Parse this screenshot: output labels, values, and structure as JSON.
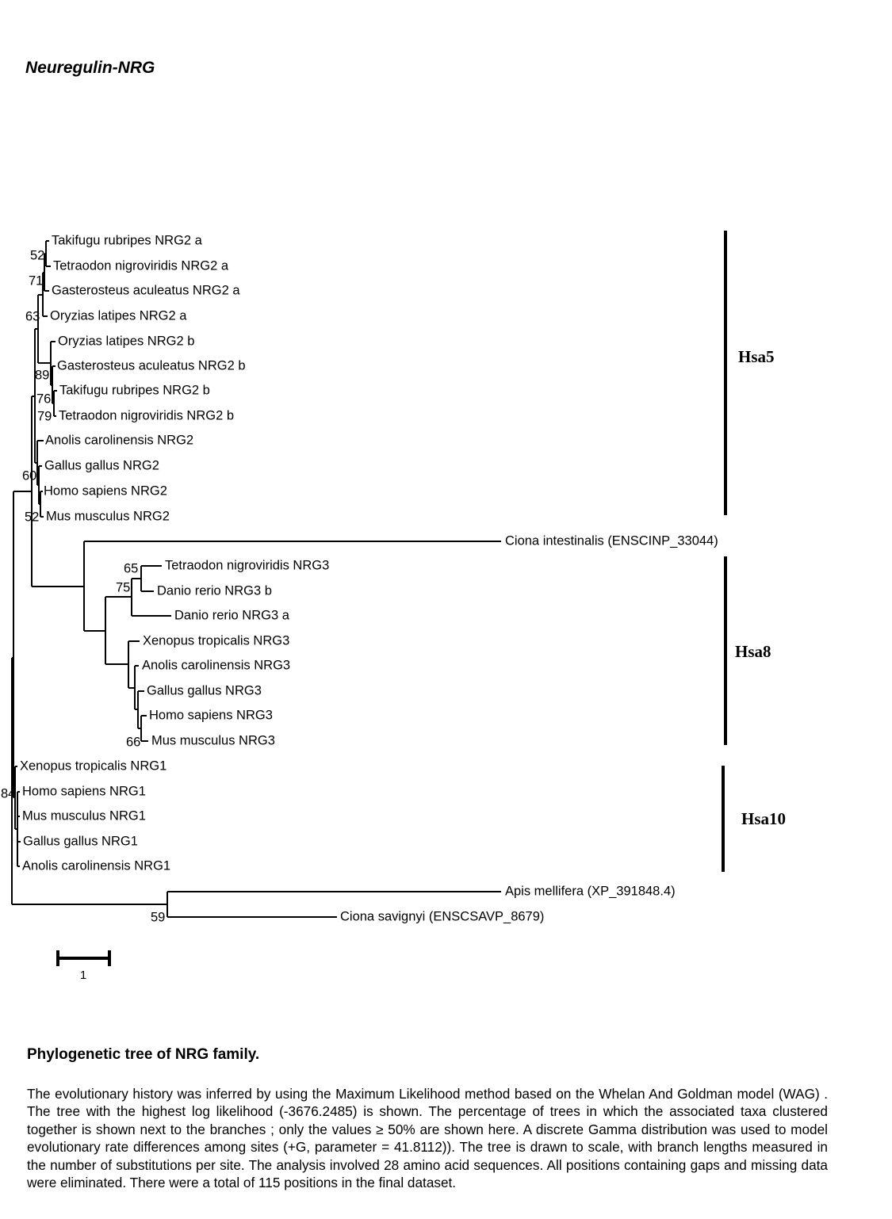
{
  "title": "Neuregulin-NRG",
  "tree": {
    "taxa": [
      "Takifugu rubripes NRG2 a",
      "Tetraodon nigroviridis NRG2 a",
      "Gasterosteus aculeatus NRG2 a",
      "Oryzias latipes NRG2 a",
      "Oryzias latipes NRG2 b",
      "Gasterosteus aculeatus NRG2 b",
      "Takifugu rubripes NRG2 b",
      "Tetraodon nigroviridis NRG2 b",
      "Anolis carolinensis NRG2",
      "Gallus gallus NRG2",
      "Homo sapiens NRG2",
      "Mus musculus NRG2",
      "Ciona intestinalis (ENSCINP_33044)",
      "Tetraodon nigroviridis NRG3",
      "Danio rerio NRG3 b",
      "Danio rerio NRG3 a",
      "Xenopus tropicalis NRG3",
      "Anolis carolinensis NRG3",
      "Gallus gallus NRG3",
      "Homo sapiens NRG3",
      "Mus musculus NRG3",
      "Xenopus tropicalis NRG1",
      "Homo sapiens NRG1",
      "Mus musculus NRG1",
      "Gallus gallus NRG1",
      "Anolis carolinensis NRG1",
      "Apis mellifera (XP_391848.4)",
      "Ciona savignyi (ENSCSAVP_8679)"
    ],
    "bootstrap": [
      "52",
      "71",
      "63",
      "89",
      "76",
      "79",
      "60",
      "52",
      "65",
      "75",
      "66",
      "84",
      "59"
    ],
    "groups": [
      "Hsa5",
      "Hsa8",
      "Hsa10"
    ],
    "scale_label": "1"
  },
  "caption": {
    "heading": "Phylogenetic tree of NRG family.",
    "body": "The evolutionary history was inferred by using the Maximum Likelihood method based on the Whelan And Goldman model (WAG) . The tree with the highest log likelihood (-3676.2485) is shown. The percentage of trees in which the associated taxa clustered together is shown next to the branches ; only the values ≥ 50% are shown here. A discrete Gamma distribution was used to model evolutionary rate differences among sites (+G, parameter = 41.8112)). The tree is drawn to scale, with branch lengths measured in the number of substitutions per site. The analysis involved 28 amino acid sequences. All positions containing gaps and missing data were eliminated. There were a total of 115 positions in the final dataset."
  }
}
